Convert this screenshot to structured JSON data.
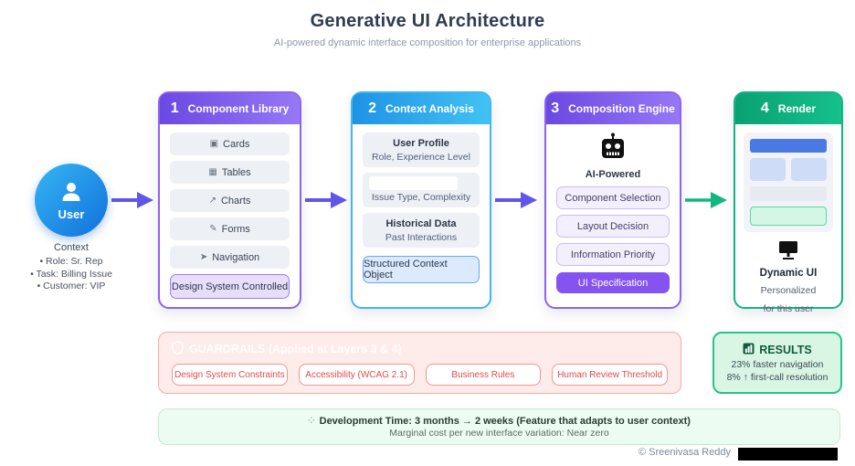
{
  "title": "Generative UI Architecture",
  "subtitle": "AI-powered dynamic interface composition for enterprise applications",
  "user": {
    "label": "User",
    "context_title": "Context",
    "context_items": [
      "• Role: Sr. Rep",
      "• Task: Billing Issue",
      "• Customer: VIP"
    ]
  },
  "columns": [
    {
      "number": "1",
      "title": "Component Library",
      "items": [
        {
          "icon": "▣",
          "label": "Cards"
        },
        {
          "icon": "▦",
          "label": "Tables"
        },
        {
          "icon": "↗",
          "label": "Charts"
        },
        {
          "icon": "✎",
          "label": "Forms"
        },
        {
          "icon": "➤",
          "label": "Navigation"
        }
      ],
      "badge": "Design System Controlled"
    },
    {
      "number": "2",
      "title": "Context Analysis",
      "cards": [
        {
          "title": "User Profile",
          "subtitle": "Role, Experience Level"
        },
        {
          "title": "",
          "subtitle": "Issue Type, Complexity"
        },
        {
          "title": "Historical Data",
          "subtitle": "Past Interactions"
        }
      ],
      "badge": "Structured Context Object"
    },
    {
      "number": "3",
      "title": "Composition Engine",
      "ai_label": "AI-Powered",
      "items": [
        "Component Selection",
        "Layout Decision",
        "Information Priority"
      ],
      "badge": "UI Specification"
    },
    {
      "number": "4",
      "title": "Render",
      "caption_title": "Dynamic UI",
      "caption_lines": [
        "Personalized",
        "for this user"
      ]
    }
  ],
  "guardrails": {
    "title": "GUARDRAILS (Applied at Layers 3 & 4)",
    "chips": [
      "Design System Constraints",
      "Accessibility (WCAG 2.1)",
      "Business Rules",
      "Human Review Threshold"
    ]
  },
  "results": {
    "title": "RESULTS",
    "lines": [
      "23% faster navigation",
      "8% ↑ first-call resolution"
    ]
  },
  "banner": {
    "line1": "Development Time: 3 months → 2 weeks (Feature that adapts to user context)",
    "line2": "Marginal cost per new interface variation: Near zero"
  },
  "footer": {
    "copyright": "© Sreenivasa Reddy"
  },
  "colors": {
    "purple_accent": "#8a63f0",
    "blue_accent": "#41b6f2",
    "green_accent": "#13b583",
    "red_accent": "#e14b4b",
    "user_circle_blue": "#1d8ee8",
    "badge_purple_fill": "#8553ef"
  }
}
